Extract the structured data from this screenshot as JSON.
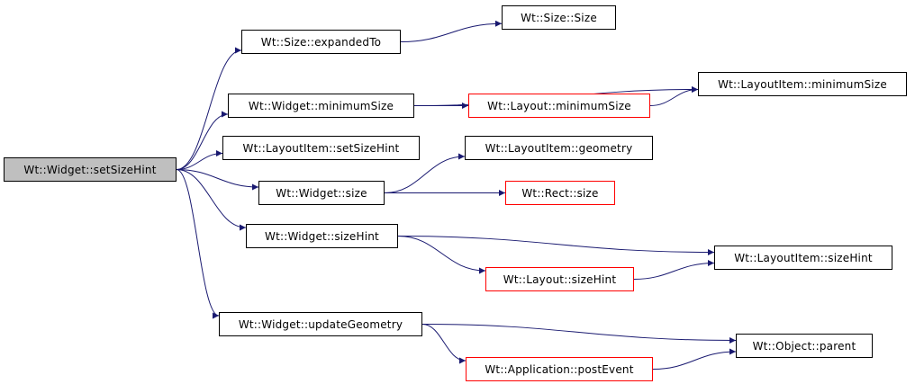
{
  "colors": {
    "edge": "#191970",
    "node_border": "#000000",
    "truncated_border": "#ff0000",
    "root_fill": "#bfbfbf",
    "background": "#ffffff"
  },
  "nodes": [
    {
      "id": "setSizeHint",
      "label": "Wt::Widget::setSizeHint",
      "kind": "root"
    },
    {
      "id": "expandedTo",
      "label": "Wt::Size::expandedTo",
      "kind": "normal"
    },
    {
      "id": "sizeCtor",
      "label": "Wt::Size::Size",
      "kind": "normal"
    },
    {
      "id": "widgetMinSize",
      "label": "Wt::Widget::minimumSize",
      "kind": "normal"
    },
    {
      "id": "layoutItemMinSize",
      "label": "Wt::LayoutItem::minimumSize",
      "kind": "normal"
    },
    {
      "id": "layoutMinSize",
      "label": "Wt::Layout::minimumSize",
      "kind": "truncated"
    },
    {
      "id": "layoutItemSetSizeHint",
      "label": "Wt::LayoutItem::setSizeHint",
      "kind": "normal"
    },
    {
      "id": "layoutItemGeometry",
      "label": "Wt::LayoutItem::geometry",
      "kind": "normal"
    },
    {
      "id": "widgetSize",
      "label": "Wt::Widget::size",
      "kind": "normal"
    },
    {
      "id": "rectSize",
      "label": "Wt::Rect::size",
      "kind": "truncated"
    },
    {
      "id": "widgetSizeHint",
      "label": "Wt::Widget::sizeHint",
      "kind": "normal"
    },
    {
      "id": "layoutItemSizeHint",
      "label": "Wt::LayoutItem::sizeHint",
      "kind": "normal"
    },
    {
      "id": "layoutSizeHint",
      "label": "Wt::Layout::sizeHint",
      "kind": "truncated"
    },
    {
      "id": "updateGeometry",
      "label": "Wt::Widget::updateGeometry",
      "kind": "normal"
    },
    {
      "id": "objectParent",
      "label": "Wt::Object::parent",
      "kind": "normal"
    },
    {
      "id": "postEvent",
      "label": "Wt::Application::postEvent",
      "kind": "truncated"
    }
  ],
  "edges": [
    {
      "from": "setSizeHint",
      "to": "expandedTo"
    },
    {
      "from": "setSizeHint",
      "to": "widgetMinSize"
    },
    {
      "from": "setSizeHint",
      "to": "layoutItemSetSizeHint"
    },
    {
      "from": "setSizeHint",
      "to": "widgetSize"
    },
    {
      "from": "setSizeHint",
      "to": "widgetSizeHint"
    },
    {
      "from": "setSizeHint",
      "to": "updateGeometry"
    },
    {
      "from": "expandedTo",
      "to": "sizeCtor"
    },
    {
      "from": "widgetMinSize",
      "to": "layoutItemMinSize"
    },
    {
      "from": "widgetMinSize",
      "to": "layoutMinSize"
    },
    {
      "from": "layoutMinSize",
      "to": "layoutItemMinSize"
    },
    {
      "from": "widgetSize",
      "to": "layoutItemGeometry"
    },
    {
      "from": "widgetSize",
      "to": "rectSize"
    },
    {
      "from": "widgetSizeHint",
      "to": "layoutItemSizeHint"
    },
    {
      "from": "widgetSizeHint",
      "to": "layoutSizeHint"
    },
    {
      "from": "layoutSizeHint",
      "to": "layoutItemSizeHint"
    },
    {
      "from": "updateGeometry",
      "to": "objectParent"
    },
    {
      "from": "updateGeometry",
      "to": "postEvent"
    },
    {
      "from": "postEvent",
      "to": "objectParent"
    }
  ]
}
